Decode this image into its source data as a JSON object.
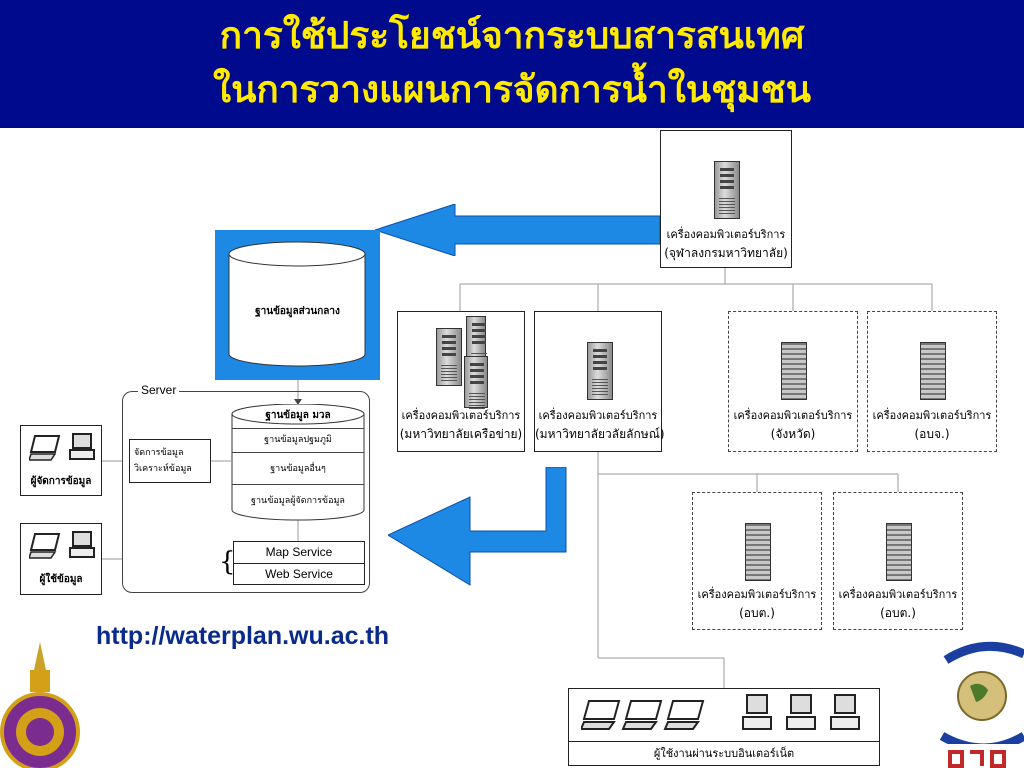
{
  "header": {
    "title_line1": "การใช้ประโยชน์จากระบบสารสนเทศ",
    "title_line2": "ในการวางแผนการจัดการน้ำในชุมชน"
  },
  "colors": {
    "header_bg": "#000a8c",
    "title": "#ffea00",
    "arrow": "#1e88e5",
    "url": "#0a2a8c"
  },
  "central_server": {
    "label1": "เครื่องคอมพิวเตอร์บริการ",
    "label2": "(จุฬาลงกรมหาวิทยาลัย)"
  },
  "central_db": {
    "label": "ฐานข้อมูลส่วนกลาง"
  },
  "server_group": {
    "title": "Server",
    "manager_box": [
      "จัดการข้อมูล",
      "วิเคราะห์ข้อมูล"
    ],
    "db_layers": [
      "ฐานข้อมูล มวล",
      "ฐานข้อมูลปฐมภูมิ",
      "ฐานข้อมูลอื่นๆ",
      "ฐานข้อมูลผู้จัดการข้อมูล"
    ],
    "services": [
      "Map Service",
      "Web Service"
    ]
  },
  "users": {
    "manager": "ผู้จัดการข้อมูล",
    "user": "ผู้ใช้ข้อมูล"
  },
  "servers": [
    {
      "label1": "เครื่องคอมพิวเตอร์บริการ",
      "label2": "(มหาวิทยาลัยเครือข่าย)"
    },
    {
      "label1": "เครื่องคอมพิวเตอร์บริการ",
      "label2": "(มหาวิทยาลัยวลัยลักษณ์)"
    },
    {
      "label1": "เครื่องคอมพิวเตอร์บริการ",
      "label2": "(จังหวัด)"
    },
    {
      "label1": "เครื่องคอมพิวเตอร์บริการ",
      "label2": "(อบจ.)"
    },
    {
      "label1": "เครื่องคอมพิวเตอร์บริการ",
      "label2": "(อบต.)"
    },
    {
      "label1": "เครื่องคอมพิวเตอร์บริการ",
      "label2": "(อบต.)"
    }
  ],
  "internet_users": {
    "label": "ผู้ใช้งานผ่านระบบอินเตอร์เน็ต"
  },
  "url": "http://waterplan.wu.ac.th",
  "icons": [
    "server-tower-icon",
    "server-rack-icon",
    "database-cylinder-icon",
    "laptop-icon",
    "desktop-pc-icon",
    "left-arrow-icon",
    "university-seal-logo",
    "trf-logo"
  ]
}
